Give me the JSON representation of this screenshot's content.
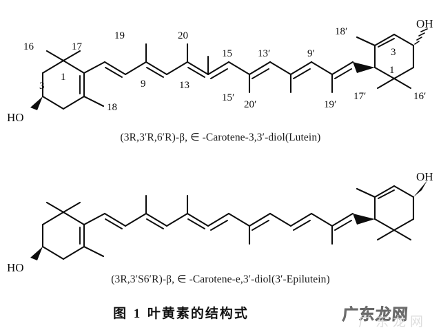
{
  "figure": {
    "title_prefix": "图",
    "title_number": "1",
    "title_text": "叶黄素的结构式",
    "background_color": "#ffffff",
    "line_color": "#0d0d0d"
  },
  "watermark": {
    "text": "广东龙网",
    "ghost_text": "广东龙网",
    "color": "#4a4a4a"
  },
  "structures": [
    {
      "id": "lutein",
      "caption": "(3R,3′R,6′R)-β, ∈ -Carotene-3,3′-diol(Lutein)",
      "left_ring": {
        "hydroxyl": "HO",
        "hydroxyl_stereo": "wedge",
        "labels": [
          "16",
          "17",
          "1",
          "3",
          "18"
        ]
      },
      "chain_labels": [
        "19",
        "9",
        "20",
        "13",
        "15",
        "15′",
        "13′",
        "20′",
        "9′",
        "19′"
      ],
      "right_ring": {
        "hydroxyl": "OH",
        "hydroxyl_stereo": "hash",
        "labels": [
          "18′",
          "3",
          "1",
          "17′",
          "16′"
        ]
      }
    },
    {
      "id": "epilutein",
      "caption": "(3R,3′S6′R)-β, ∈ -Carotene-e,3′-diol(3′-Epilutein)",
      "left_ring": {
        "hydroxyl": "HO",
        "hydroxyl_stereo": "wedge",
        "labels": []
      },
      "chain_labels": [],
      "right_ring": {
        "hydroxyl": "OH",
        "hydroxyl_stereo": "wedge",
        "labels": []
      }
    }
  ]
}
